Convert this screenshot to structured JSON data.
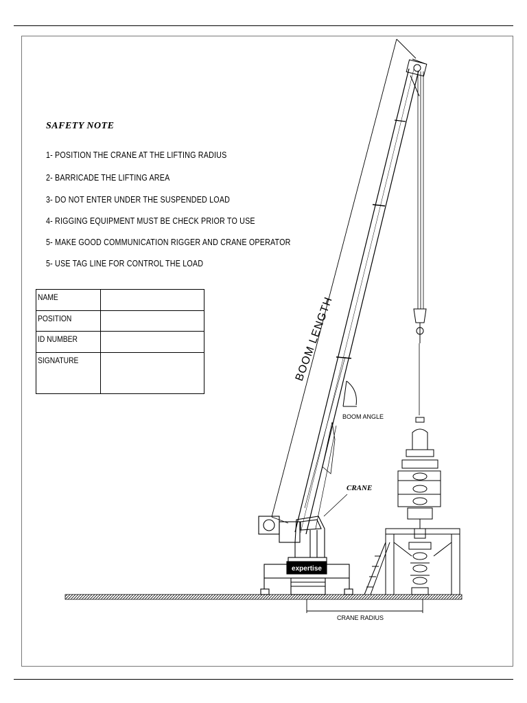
{
  "safety_note": {
    "title": "SAFETY NOTE",
    "items": [
      "1- POSITION THE CRANE AT THE LIFTING RADIUS",
      "2- BARRICADE THE LIFTING AREA",
      "3- DO NOT ENTER UNDER THE SUSPENDED LOAD",
      "4- RIGGING EQUIPMENT MUST BE CHECK PRIOR TO USE",
      "5- MAKE GOOD COMMUNICATION RIGGER AND CRANE OPERATOR",
      "5- USE TAG LINE FOR CONTROL THE LOAD"
    ]
  },
  "signoff_table": {
    "rows": [
      {
        "label": "NAME",
        "value": ""
      },
      {
        "label": "POSITION",
        "value": ""
      },
      {
        "label": "ID NUMBER",
        "value": ""
      },
      {
        "label": "SIGNATURE",
        "value": ""
      }
    ]
  },
  "diagram_labels": {
    "boom_length": "BOOM LENGTH",
    "boom_angle": "BOOM ANGLE",
    "crane": "CRANE",
    "crane_radius": "CRANE RADIUS",
    "logo": "expertise"
  }
}
